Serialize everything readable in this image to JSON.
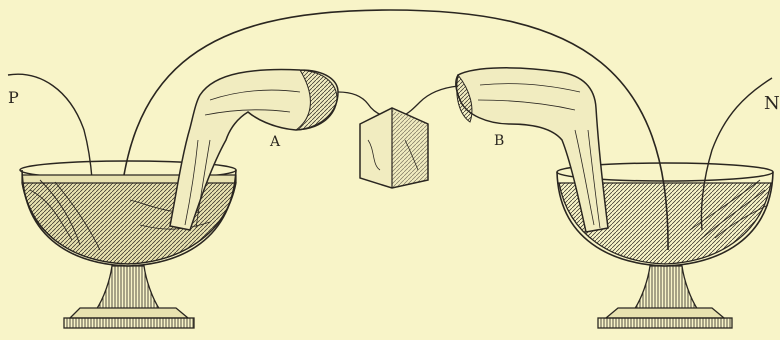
{
  "labels": {
    "p": "P",
    "n": "N",
    "a": "A",
    "b": "B"
  },
  "colors": {
    "paper": "#f8f4c8",
    "ink": "#2a2620"
  }
}
